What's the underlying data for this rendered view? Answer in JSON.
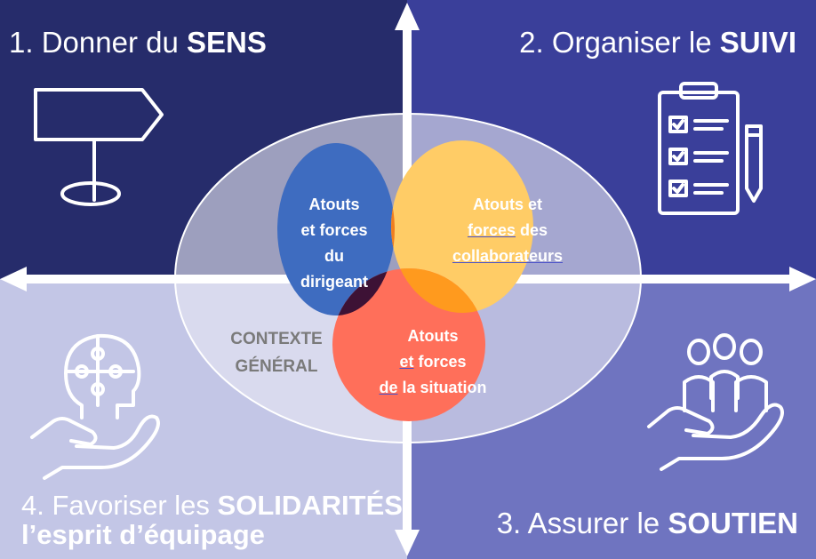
{
  "quadrants": {
    "q1": {
      "number": "1.",
      "text": "Donner du",
      "bold": "SENS"
    },
    "q2": {
      "number": "2.",
      "text": "Organiser le",
      "bold": "SUIVI"
    },
    "q3": {
      "number": "3.",
      "text": "Assurer le",
      "bold": "SOUTIEN"
    },
    "q4": {
      "number": "4.",
      "text": "Favoriser les",
      "bold": "SOLIDARITÉS,",
      "line2": "l’esprit d’équipage"
    }
  },
  "circles": {
    "dirigeant": {
      "l1": "Atouts",
      "l2": "et forces",
      "l3": "du",
      "l4": "dirigeant"
    },
    "collaborateurs": {
      "l1": "Atouts et",
      "l2a": "forces",
      "l2b": " des",
      "l3": "collaborateurs"
    },
    "situation": {
      "l1": "Atouts",
      "l2a": "et",
      "l2b": " forces",
      "l3a": "de",
      "l3b": " la situation"
    }
  },
  "context": {
    "l1": "CONTEXTE",
    "l2": "GÉNÉRAL"
  },
  "icons": [
    "signpost-icon",
    "clipboard-checklist-icon",
    "hand-supporting-people-icon",
    "hand-holding-puzzle-head-icon"
  ],
  "colors": {
    "q1": "#262c6b",
    "q2": "#3a3f9a",
    "q3": "#6f74c0",
    "q4": "#c3c6e6",
    "dirigeant": "#3e6cc0",
    "collaborateurs": "#ffcc66",
    "situation": "#ff6f5a"
  }
}
